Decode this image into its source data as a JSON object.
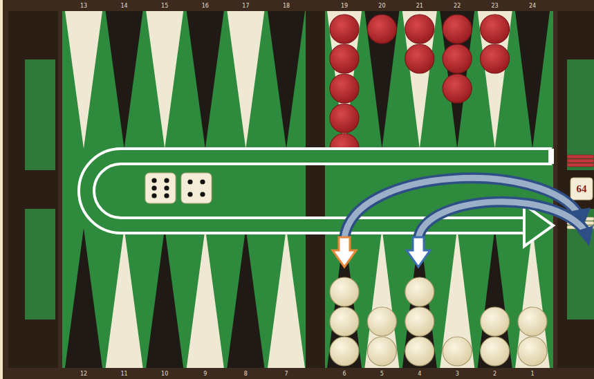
{
  "diagram": {
    "labels": [
      "13",
      "14",
      "15",
      "16",
      "17",
      "18",
      "19",
      "20",
      "21",
      "22",
      "23",
      "24",
      "12",
      "11",
      "10",
      "9",
      "8",
      "7",
      "6",
      "5",
      "4",
      "3",
      "2",
      "1",
      "64"
    ]
  }
}
